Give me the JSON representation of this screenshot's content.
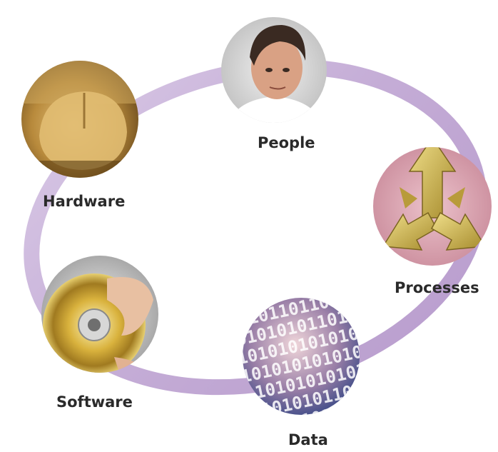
{
  "diagram": {
    "ring_color": "#cdb8dc",
    "components": [
      {
        "id": "people",
        "label": "People"
      },
      {
        "id": "processes",
        "label": "Processes"
      },
      {
        "id": "data",
        "label": "Data"
      },
      {
        "id": "software",
        "label": "Software"
      },
      {
        "id": "hardware",
        "label": "Hardware"
      }
    ]
  }
}
